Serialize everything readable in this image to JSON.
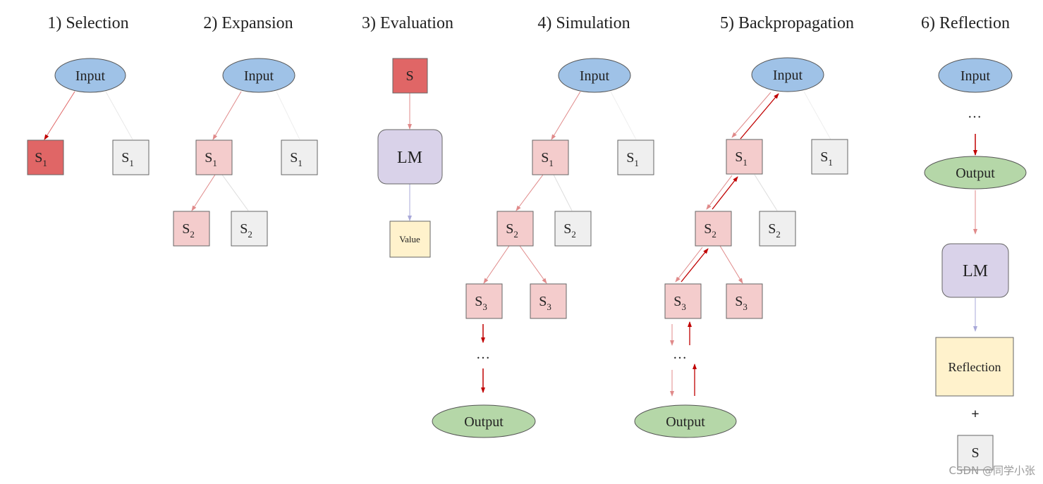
{
  "panels": [
    {
      "title": "1) Selection"
    },
    {
      "title": "2) Expansion"
    },
    {
      "title": "3) Evaluation"
    },
    {
      "title": "4) Simulation"
    },
    {
      "title": "5) Backpropagation"
    },
    {
      "title": "6) Reflection"
    }
  ],
  "labels": {
    "input": "Input",
    "output": "Output",
    "lm": "LM",
    "value": "Value",
    "reflection": "Reflection",
    "state": "S",
    "sub1": "1",
    "sub2": "2",
    "sub3": "3",
    "ellipsis": "…",
    "plus": "+"
  },
  "colors": {
    "input_fill": "#9fc2e7",
    "output_fill": "#b5d7a8",
    "selected_fill": "#e06666",
    "expanded_fill": "#f4cccc",
    "unvisited_fill": "#efefef",
    "lm_fill": "#d9d2e9",
    "value_fill": "#fff2cc",
    "edge_red": "#c00000",
    "edge_light_red": "#e08a8a",
    "edge_grey": "#dddddd",
    "edge_lavender": "#a8a8d8"
  },
  "watermark": "CSDN @同学小张"
}
